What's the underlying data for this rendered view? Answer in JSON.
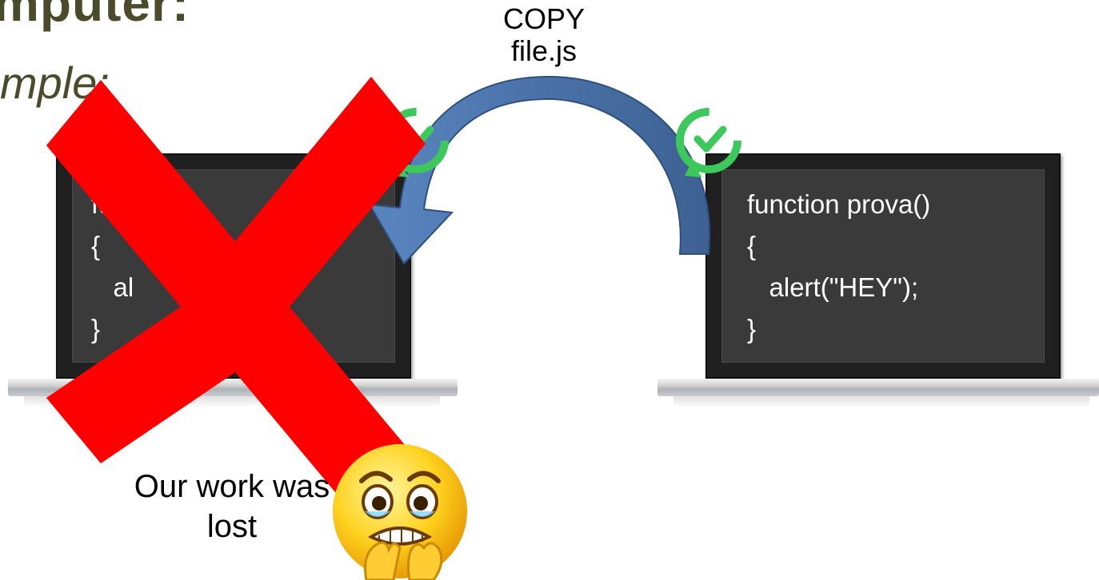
{
  "slide": {
    "title_fragment": "mputer:",
    "subtitle_fragment": "mple:"
  },
  "transfer": {
    "line1": "COPY",
    "line2": "file.js"
  },
  "left_laptop": {
    "code_lines": [
      "fu        on",
      "{",
      "   al          );",
      "}"
    ]
  },
  "right_laptop": {
    "code_lines": [
      "function prova()",
      "{",
      "   alert(\"HEY\");",
      "}"
    ]
  },
  "caption": {
    "line1": "Our work was",
    "line2": "lost"
  },
  "colors": {
    "x_mark": "#ff0000",
    "arrow": "#4a72a8",
    "check": "#3cc85a",
    "screen": "#2b2b2b"
  },
  "icons": [
    "cross-mark-icon",
    "curved-arrow-icon",
    "sync-check-icon",
    "scared-face-emoji-icon"
  ]
}
